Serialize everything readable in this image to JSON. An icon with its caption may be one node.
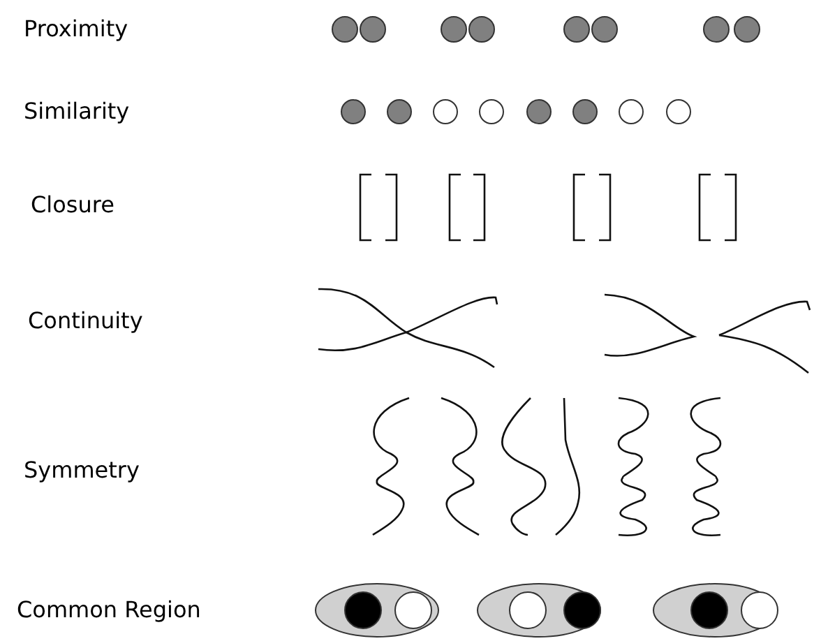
{
  "diagram": {
    "labels": [
      "Proximity",
      "Similarity",
      "Closure",
      "Continuity",
      "Symmetry",
      "Common Region"
    ]
  }
}
